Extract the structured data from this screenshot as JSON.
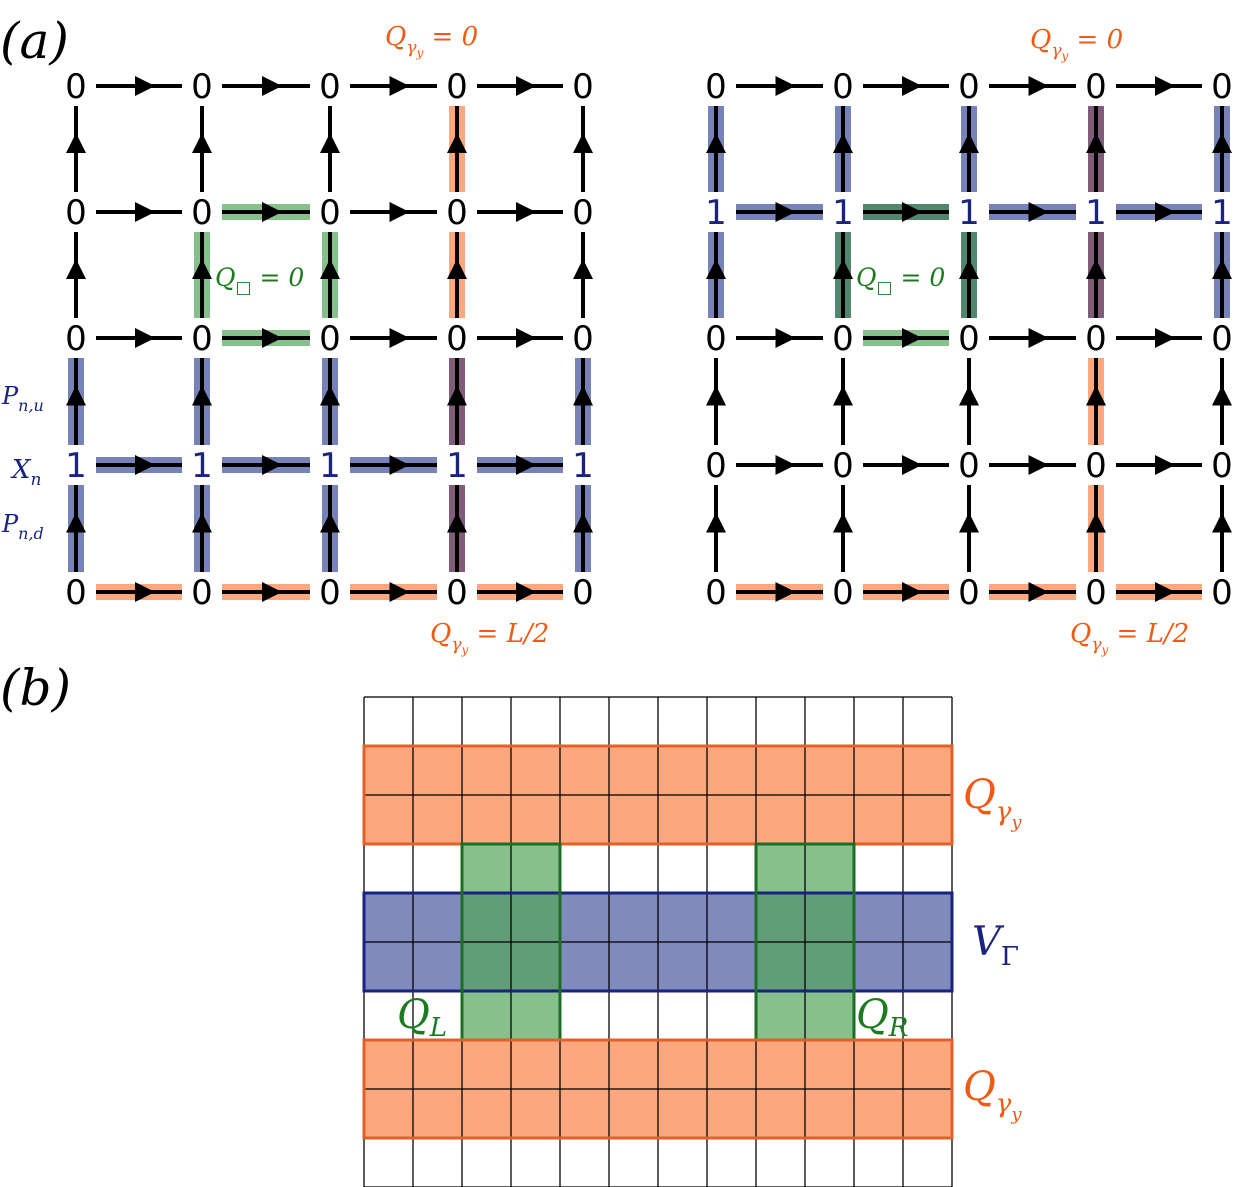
{
  "panel_a": {
    "tag": "(a)",
    "left": {
      "node_rows": [
        [
          "0",
          "0",
          "0",
          "0",
          "0"
        ],
        [
          "0",
          "0",
          "0",
          "0",
          "0"
        ],
        [
          "0",
          "0",
          "0",
          "0",
          "0"
        ],
        [
          "1",
          "1",
          "1",
          "1",
          "1"
        ],
        [
          "0",
          "0",
          "0",
          "0",
          "0"
        ]
      ],
      "labels": {
        "q_gamma_top": "Q_{γ_y} = 0",
        "q_box": "Q_□ = 0",
        "p_up": "P_{n,u}",
        "x_n": "X_n",
        "p_down": "P_{n,d}",
        "q_gamma_bottom": "Q_{γ_y} = L/2"
      }
    },
    "right": {
      "node_rows": [
        [
          "0",
          "0",
          "0",
          "0",
          "0"
        ],
        [
          "1",
          "1",
          "1",
          "1",
          "1"
        ],
        [
          "0",
          "0",
          "0",
          "0",
          "0"
        ],
        [
          "0",
          "0",
          "0",
          "0",
          "0"
        ],
        [
          "0",
          "0",
          "0",
          "0",
          "0"
        ]
      ],
      "labels": {
        "q_gamma_top": "Q_{γ_y} = 0",
        "q_box": "Q_□ = 0",
        "q_gamma_bottom": "Q_{γ_y} = L/2"
      }
    }
  },
  "panel_b": {
    "tag": "(b)",
    "labels": {
      "q_gamma_top": "Q_{γ_y}",
      "v_gamma": "V_Γ",
      "q_left": "Q_L",
      "q_right": "Q_R",
      "q_gamma_bottom": "Q_{γ_y}"
    }
  },
  "colors": {
    "orange": "#fb8a52",
    "orange_text": "#f05a14",
    "green": "#52a75a",
    "green_text": "#1c7a20",
    "blue": "#4a5aa0",
    "blue_text": "#1a237e",
    "dark_green": "#3d7a5e",
    "purple": "#6a4060",
    "black": "#000000"
  }
}
